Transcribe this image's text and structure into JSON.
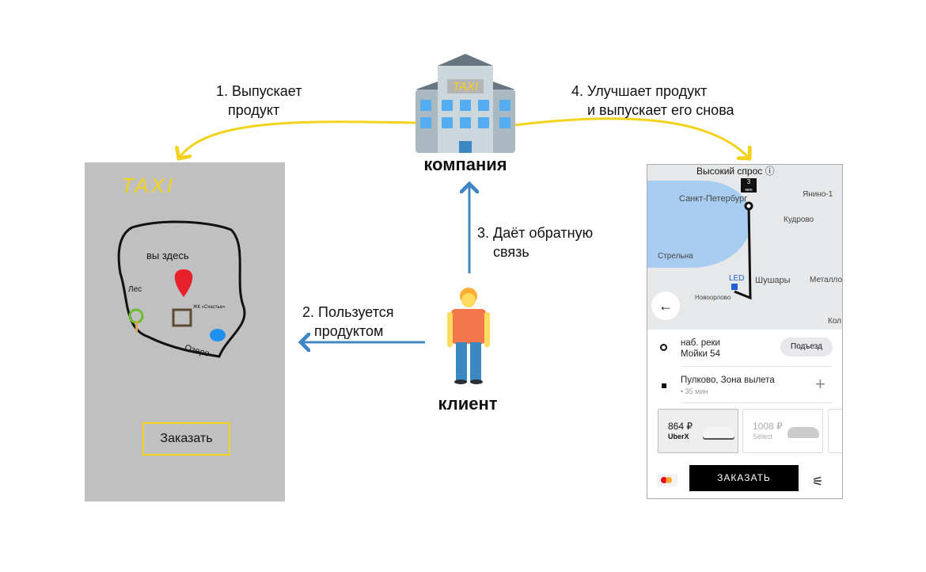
{
  "steps": {
    "step1": "1. Выпускает\n   продукт",
    "step2": "2. Пользуется\n   продуктом",
    "step3": "3. Даёт обратную\n    связь",
    "step4": "4. Улучшает продукт\n    и выпускает его снова"
  },
  "actors": {
    "company": "компания",
    "client": "клиент",
    "building_sign": "TAXI"
  },
  "old_app": {
    "logo": "TAXI",
    "you_are_here": "вы здесь",
    "forest": "Лес",
    "complex": "ЖК «Счастье»",
    "lake": "Озеро",
    "order_button": "Заказать"
  },
  "new_app": {
    "header": "Высокий спрос ⓘ",
    "eta_badge": "3",
    "eta_unit": "мин",
    "map_labels": [
      "Санкт-Петербург",
      "Янино-1",
      "Кудрово",
      "Стрельна",
      "LED",
      "Шушары",
      "Металлострой",
      "Новоорлово",
      "Кол"
    ],
    "pickup_line1": "наб. реки",
    "pickup_line2": "Мойки 54",
    "entrance_button": "Подъезд",
    "destination": "Пулково, Зона вылета",
    "destination_eta": "• 35 мин",
    "add": "+",
    "tariffs": [
      {
        "price": "864 ₽",
        "name": "UberX"
      },
      {
        "price": "1008 ₽",
        "name": "Select"
      }
    ],
    "order_button": "ЗАКАЗАТЬ"
  },
  "colors": {
    "yellow": "#f3d21b",
    "blue": "#3f86c4",
    "old_bg": "#c0c0c0"
  }
}
